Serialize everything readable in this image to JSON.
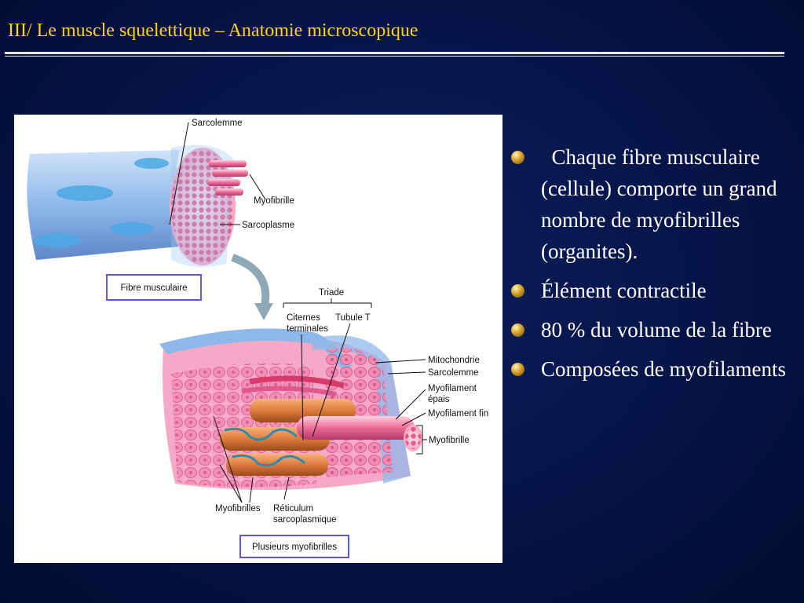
{
  "slide": {
    "title": "III/ Le muscle squelettique – Anatomie microscopique"
  },
  "figure": {
    "labels": {
      "sarcolemme_top": "Sarcolemme",
      "myofibrille_top": "Myofibrille",
      "sarcoplasme": "Sarcoplasme",
      "fibre_musculaire": "Fibre musculaire",
      "triade": "Triade",
      "citernes_1": "Citernes",
      "citernes_2": "terminales",
      "tubule_t": "Tubule T",
      "mitochondrie": "Mitochondrie",
      "sarcolemme_bottom": "Sarcolemme",
      "myofilament_epais_1": "Myofilament",
      "myofilament_epais_2": "épais",
      "myofilament_fin": "Myofilament fin",
      "myofibrille_bottom": "Myofibrille",
      "myofibrilles": "Myofibrilles",
      "reticulum_1": "Réticulum",
      "reticulum_2": "sarcoplasmique",
      "plusieurs_myofibrilles": "Plusieurs myofibrilles"
    }
  },
  "bullets": [
    {
      "text": "  Chaque fibre musculaire (cellule) comporte un grand nombre de myofibrilles (organites)."
    },
    {
      "text": "Élément contractile"
    },
    {
      "text": "80 % du volume de la fibre"
    },
    {
      "text": "Composées de myofilaments"
    }
  ],
  "colors": {
    "title": "#ffd21a",
    "background": "#061447",
    "text": "#ffffff",
    "label_box_border": "#5b55e6"
  }
}
